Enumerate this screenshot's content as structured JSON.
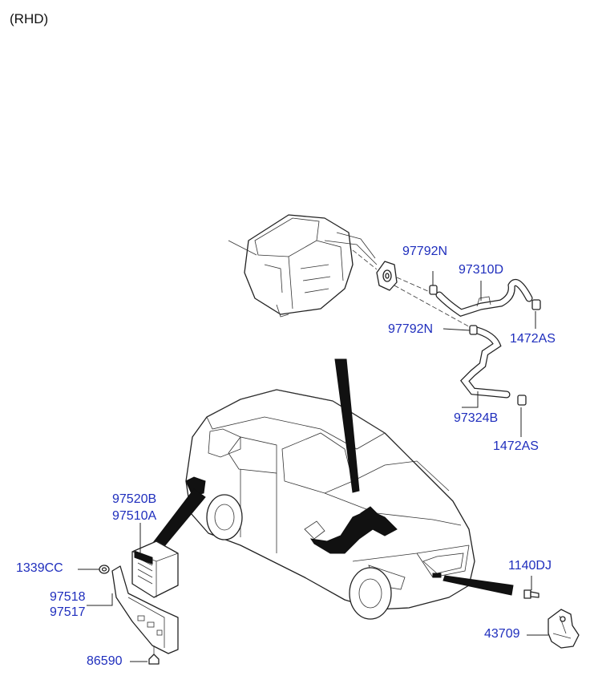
{
  "note": "(RHD)",
  "callouts": [
    {
      "id": "97792N_a",
      "text": "97792N"
    },
    {
      "id": "97310D",
      "text": "97310D"
    },
    {
      "id": "97792N_b",
      "text": "97792N"
    },
    {
      "id": "1472AS_a",
      "text": "1472AS"
    },
    {
      "id": "97324B",
      "text": "97324B"
    },
    {
      "id": "1472AS_b",
      "text": "1472AS"
    },
    {
      "id": "97520B",
      "text": "97520B"
    },
    {
      "id": "97510A",
      "text": "97510A"
    },
    {
      "id": "1339CC",
      "text": "1339CC"
    },
    {
      "id": "97518",
      "text": "97518"
    },
    {
      "id": "97517",
      "text": "97517"
    },
    {
      "id": "86590",
      "text": "86590"
    },
    {
      "id": "1140DJ",
      "text": "1140DJ"
    },
    {
      "id": "43709",
      "text": "43709"
    }
  ],
  "colors": {
    "callout": "#1f2ebd",
    "line": "#222222"
  }
}
